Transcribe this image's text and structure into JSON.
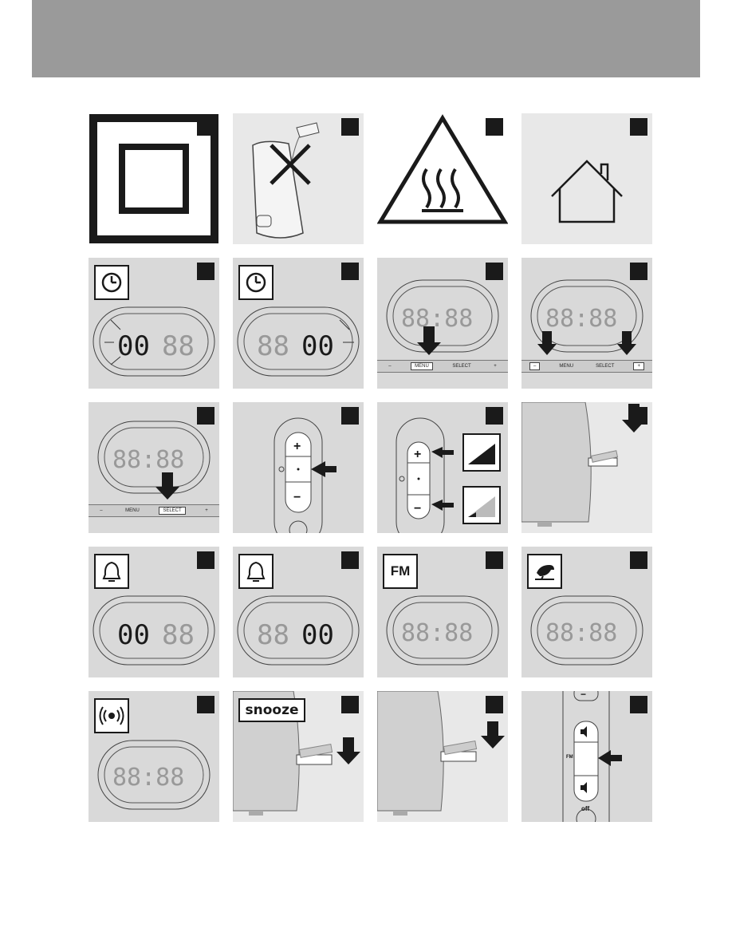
{
  "panels": {
    "fm_label": "FM",
    "snooze_label": "snooze",
    "menu_label": "MENU",
    "select_label": "SELECT",
    "plus_label": "+",
    "minus_label": "–",
    "radio_fm": "FM",
    "radio_off": "off"
  },
  "icons": [
    "double-insulation-icon",
    "no-water-icon",
    "hot-surface-warning-icon",
    "indoor-use-icon",
    "clock-icon",
    "alarm-bell-icon",
    "fm-icon",
    "bird-sound-icon",
    "radio-signal-icon"
  ]
}
